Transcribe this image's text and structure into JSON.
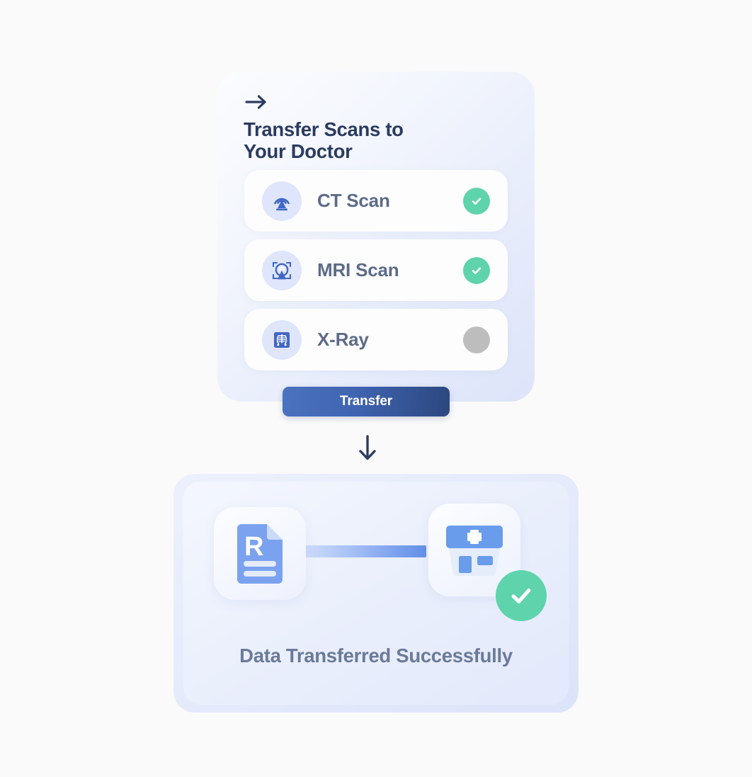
{
  "page": {
    "background": "#FAFAFA"
  },
  "transfer_card": {
    "back_arrow_icon": "arrow-right-icon",
    "title": "Transfer Scans to\nYour Doctor",
    "scans": [
      {
        "label": "CT Scan",
        "icon": "ct-scanner-icon",
        "status": "done",
        "status_icon": "check-icon"
      },
      {
        "label": "MRI Scan",
        "icon": "mri-scanner-icon",
        "status": "done",
        "status_icon": "check-icon"
      },
      {
        "label": "X-Ray",
        "icon": "xray-chest-icon",
        "status": "pending",
        "status_icon": "empty-circle-icon"
      }
    ],
    "transfer_button_label": "Transfer"
  },
  "flow": {
    "arrow_icon": "arrow-down-icon"
  },
  "result_card": {
    "source_icon": "medical-record-document-icon",
    "source_letter": "R",
    "connector_icon": "data-link-icon",
    "destination_icon": "hospital-icon",
    "success_icon": "check-circle-icon",
    "caption": "Data Transferred Successfully"
  },
  "colors": {
    "page_background": "#FAFAFA",
    "card_gradient_start": "#FBFCFE",
    "card_gradient_end": "#DDE4FA",
    "title_text": "#2B3B60",
    "scan_label_text": "#5C6B87",
    "scan_row_background": "#FDFDFE",
    "scan_icon_background": "#DFE6FB",
    "scan_icon_blue": "#4266C4",
    "status_done_green": "#5ED3AC",
    "status_pending_gray": "#BDBDBD",
    "button_gradient_start": "#4B73BF",
    "button_gradient_end": "#2C477F",
    "button_text": "#FFFFFF",
    "caption_text": "#6B7A99",
    "accent_blue": "#6290E8",
    "document_blue": "#7BA2EF",
    "arrow_navy": "#2B3B60"
  }
}
